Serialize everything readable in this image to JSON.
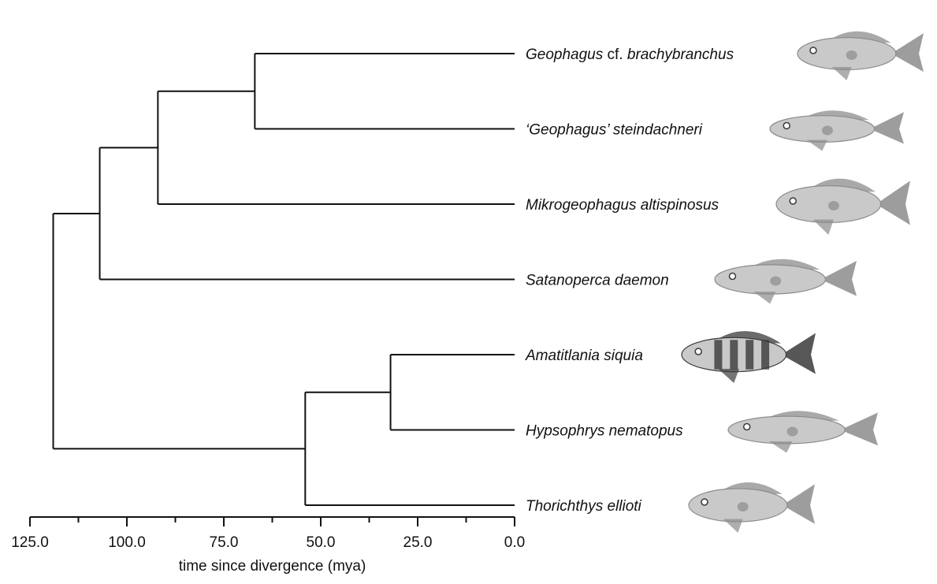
{
  "tree": {
    "taxa": [
      {
        "id": "geo_brachy",
        "parts": [
          {
            "text": "Geophagus",
            "italic": true
          },
          {
            "text": " cf. ",
            "italic": false
          },
          {
            "text": "brachybranchus",
            "italic": true
          }
        ],
        "image": "fish-photo-geophagus-cf-brachybranchus"
      },
      {
        "id": "geo_stein",
        "parts": [
          {
            "text": "‘Geophagus’ steindachneri",
            "italic": true
          }
        ],
        "image": "fish-photo-geophagus-steindachneri"
      },
      {
        "id": "mikro",
        "parts": [
          {
            "text": "Mikrogeophagus altispinosus",
            "italic": true
          }
        ],
        "image": "fish-photo-mikrogeophagus-altispinosus"
      },
      {
        "id": "satano",
        "parts": [
          {
            "text": "Satanoperca daemon",
            "italic": true
          }
        ],
        "image": "fish-photo-satanoperca-daemon"
      },
      {
        "id": "amatit",
        "parts": [
          {
            "text": "Amatitlania siquia",
            "italic": true
          }
        ],
        "image": "fish-photo-amatitlania-siquia"
      },
      {
        "id": "hypso",
        "parts": [
          {
            "text": "Hypsophrys nematopus",
            "italic": true
          }
        ],
        "image": "fish-photo-hypsophrys-nematopus"
      },
      {
        "id": "thori",
        "parts": [
          {
            "text": "Thorichthys ellioti",
            "italic": true
          }
        ],
        "image": "fish-photo-thorichthys-ellioti"
      }
    ],
    "nodes": [
      {
        "id": "n1",
        "age": 67,
        "children": [
          "geo_brachy",
          "geo_stein"
        ]
      },
      {
        "id": "n2",
        "age": 92,
        "children": [
          "n1",
          "mikro"
        ]
      },
      {
        "id": "n3",
        "age": 107,
        "children": [
          "n2",
          "satano"
        ]
      },
      {
        "id": "n4",
        "age": 32,
        "children": [
          "amatit",
          "hypso"
        ]
      },
      {
        "id": "n5",
        "age": 54,
        "children": [
          "n4",
          "thori"
        ]
      },
      {
        "id": "root",
        "age": 119,
        "children": [
          "n3",
          "n5"
        ]
      }
    ]
  },
  "axis": {
    "title": "time since divergence (mya)",
    "min": 0,
    "max": 125,
    "reversed": true,
    "major_ticks": [
      125.0,
      100.0,
      75.0,
      50.0,
      25.0,
      0.0
    ],
    "major_labels": [
      "125.0",
      "100.0",
      "75.0",
      "50.0",
      "25.0",
      "0.0"
    ],
    "minor_ticks": [
      112.5,
      87.5,
      62.5,
      37.5,
      12.5
    ]
  },
  "colors": {
    "line": "#111111",
    "fish_light": "#c9c9c9",
    "fish_mid": "#8c8c8c",
    "fish_dark": "#3a3a3a"
  }
}
